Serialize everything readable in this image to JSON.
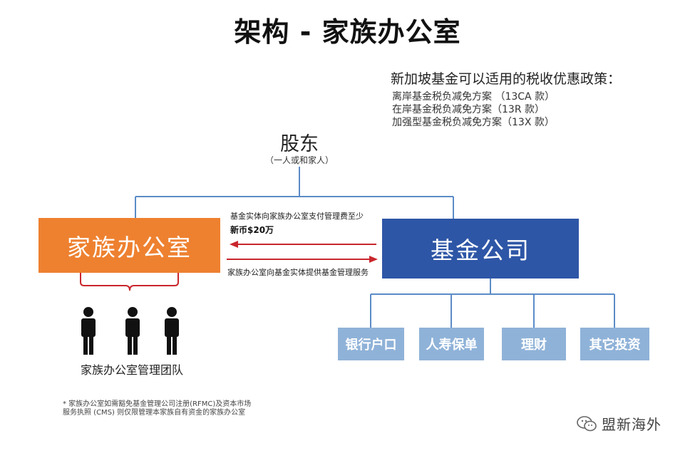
{
  "title": "架构 - 家族办公室",
  "policy": {
    "heading": "新加坡基金可以适用的税收优惠政策：",
    "items": [
      "离岸基金税负减免方案 （13CA 款）",
      "在岸基金税负减免方案（13R 款）",
      "加强型基金税负减免方案（13X 款）"
    ]
  },
  "shareholders": {
    "label": "股东",
    "sub": "（一人或和家人）"
  },
  "family_office": {
    "label": "家族办公室"
  },
  "fund_company": {
    "label": "基金公司"
  },
  "flows": {
    "fee_line1": "基金实体向家族办公室支付管理费至少",
    "fee_line2": "新币$20万",
    "service": "家族办公室向基金实体提供基金管理服务"
  },
  "team": {
    "label": "家族办公室管理团队",
    "people_count": 3
  },
  "investments": [
    {
      "label": "银行户口"
    },
    {
      "label": "人寿保单"
    },
    {
      "label": "理财"
    },
    {
      "label": "其它投资"
    }
  ],
  "footnote": "* 家族办公室如需豁免基金管理公司注册(RFMC)及资本市场服务执照 (CMS) 则仅限管理本家族自有资金的家族办公室",
  "brand": {
    "icon": "wechat-icon",
    "text": "盟新海外"
  },
  "colors": {
    "orange": "#ee8130",
    "blue": "#2e56a6",
    "light_blue": "#8fb2d8",
    "connector": "#5b8cc7",
    "arrow": "#c9262c"
  }
}
